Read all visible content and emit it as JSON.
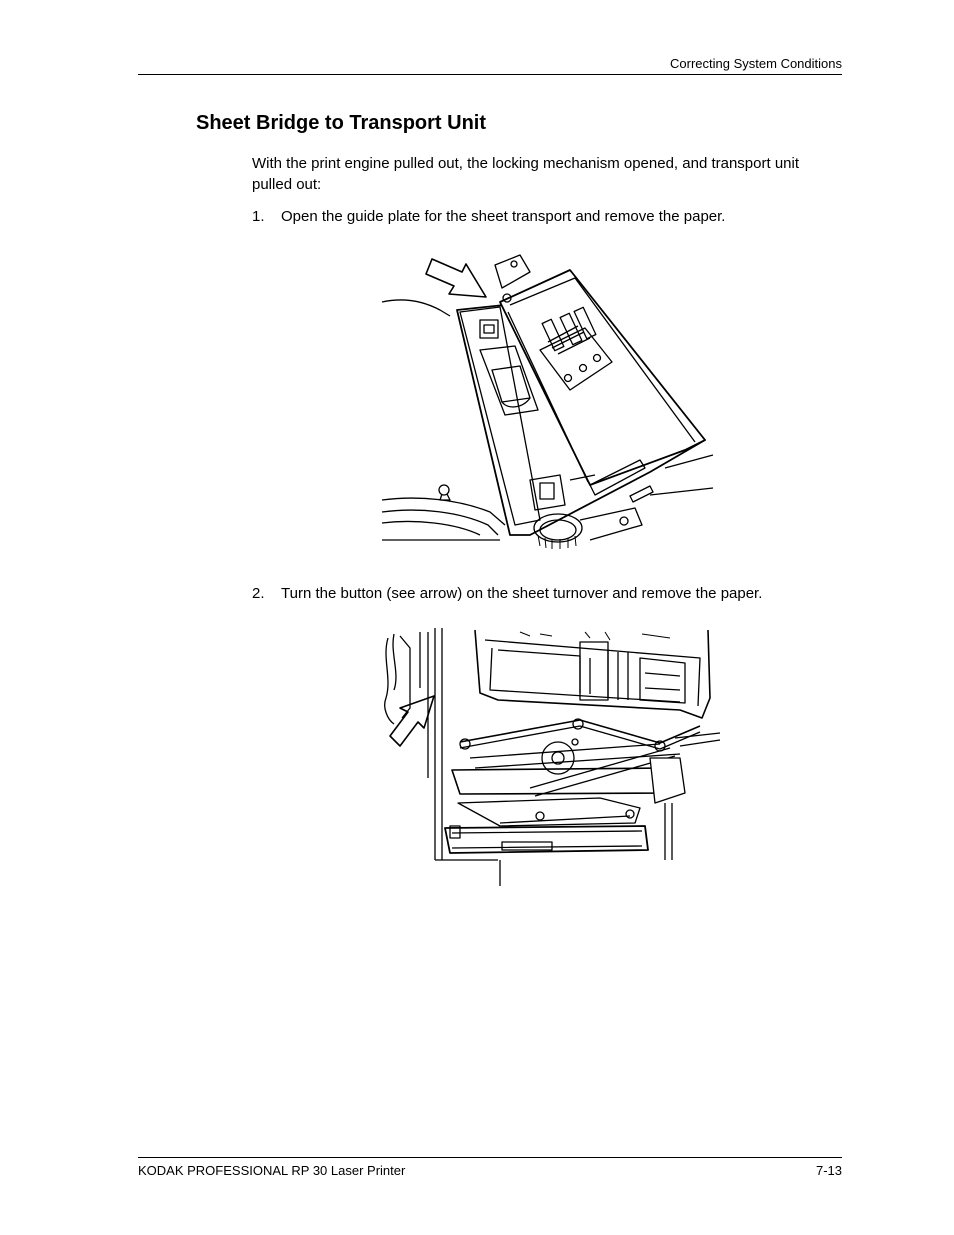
{
  "header": {
    "section_name": "Correcting System Conditions"
  },
  "title": "Sheet Bridge to Transport Unit",
  "intro": "With the print engine pulled out, the locking mechanism opened, and transport unit pulled out:",
  "steps": [
    {
      "number": "1.",
      "text": "Open the guide plate for the sheet transport and remove the paper."
    },
    {
      "number": "2.",
      "text": "Turn the button (see arrow) on the sheet turnover and remove the paper."
    }
  ],
  "footer": {
    "product": "KODAK PROFESSIONAL RP 30 Laser Printer",
    "page": "7-13"
  }
}
